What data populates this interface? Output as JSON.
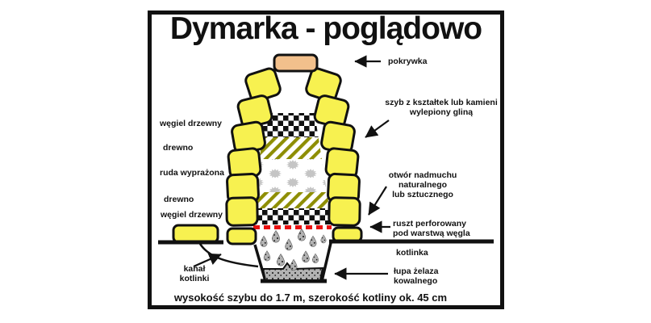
{
  "title": "Dymarka - poglądowo",
  "caption": "wysokość szybu do 1.7 m, szerokość kotliny ok. 45 cm",
  "materials": [
    "węgiel drzewny",
    "drewno",
    "ruda wyprażona",
    "drewno",
    "węgiel drzewny"
  ],
  "callouts": {
    "lid": "pokrywka",
    "shaft": [
      "szyb z kształtek lub kamieni",
      "wylepiony gliną"
    ],
    "blast": [
      "otwór nadmuchu",
      "naturalnego",
      "lub sztucznego"
    ],
    "grate": [
      "ruszt perforowany",
      "pod warstwą węgla"
    ],
    "pit": "kotlinka",
    "bloom": [
      "łupa żelaza",
      "kowalnego"
    ],
    "channel": [
      "kanał",
      "kotlinki"
    ]
  },
  "colors": {
    "block_yellow": "#f7f150",
    "lid_orange": "#f2c08c",
    "stripe_olive": "#8e8e04",
    "ore_gray": "#c5c5c5",
    "grate_red": "#e81010",
    "speckle_gray": "#b2b2b2",
    "ink": "#111111"
  }
}
